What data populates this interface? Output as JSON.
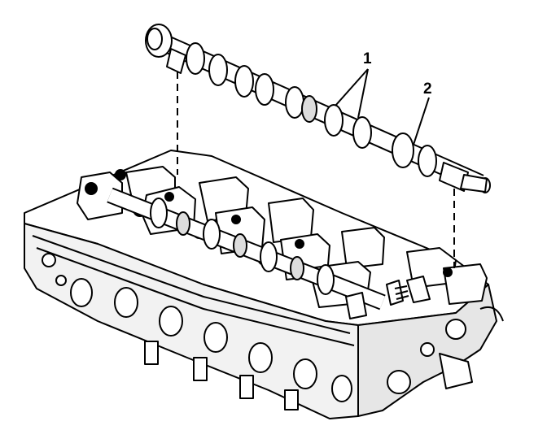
{
  "callouts": [
    {
      "id": "1",
      "text": "1"
    },
    {
      "id": "2",
      "text": "2"
    }
  ],
  "colors": {
    "ink": "#000000",
    "paper": "#ffffff",
    "shade": "#e6e6e6"
  }
}
